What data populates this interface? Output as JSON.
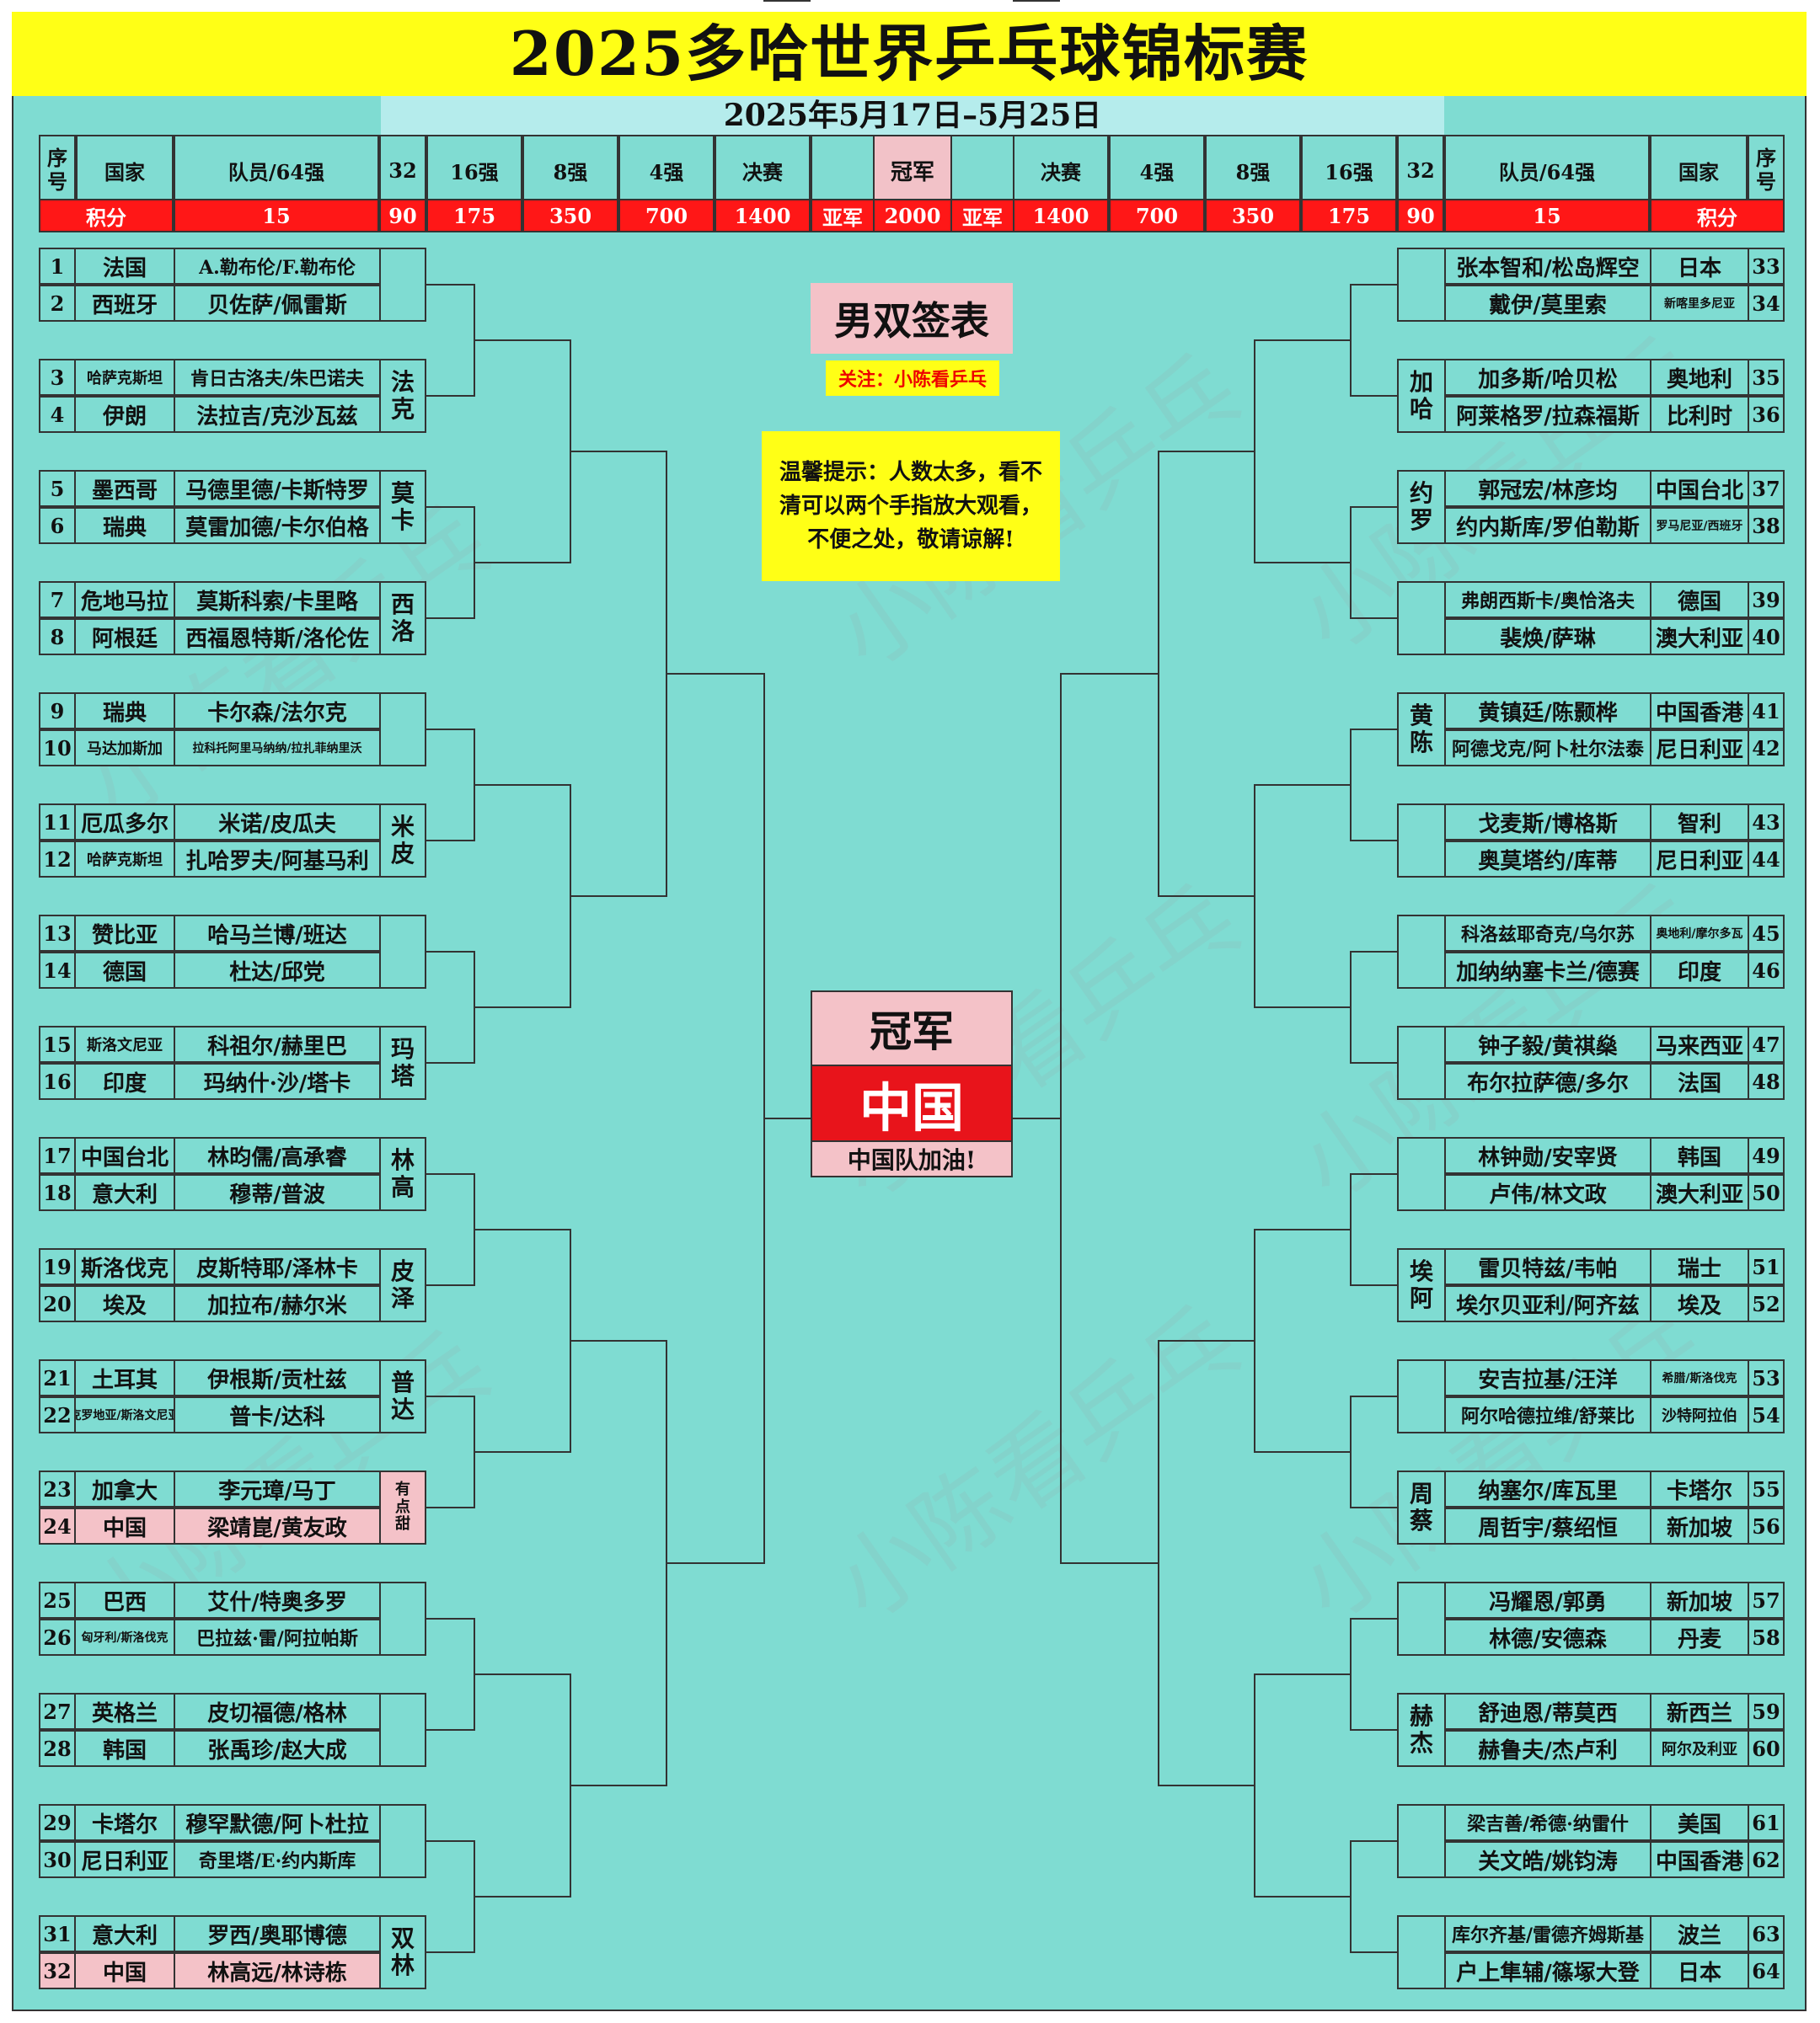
{
  "title": "2025多哈世界乒乓球锦标赛",
  "date_range": "2025年5月17日–5月25日",
  "header": {
    "seq": "序号",
    "country": "国家",
    "players": "队员/64强",
    "r32": "32",
    "r16": "16强",
    "qf": "8强",
    "sf": "4强",
    "final": "决赛",
    "champion": "冠军"
  },
  "points": {
    "label": "积分",
    "r64": "15",
    "r32": "90",
    "r16": "175",
    "qf": "350",
    "sf": "700",
    "final": "1400",
    "runner_up_label": "亚军",
    "champion": "2000"
  },
  "center": {
    "draw_title": "男双签表",
    "follow": "关注：小陈看乒乓",
    "tip": "温馨提示：人数太多，看不清可以两个手指放大观看，不便之处，敬请谅解!",
    "champion_label": "冠军",
    "champion_value": "中国",
    "cheer": "中国队加油!"
  },
  "watermark": "小陈看乒乓",
  "colors": {
    "title_bg": "#ffff16",
    "field_bg": "#7fdcd2",
    "points_bg": "#ff1717",
    "highlight": "#f4c2c8",
    "champion_bg": "#e8141b"
  },
  "left_entries": [
    {
      "n": "1",
      "country": "法国",
      "players": "A.勒布伦/F.勒布伦"
    },
    {
      "n": "2",
      "country": "西班牙",
      "players": "贝佐萨/佩雷斯"
    },
    {
      "n": "3",
      "country": "哈萨克斯坦",
      "players": "肯日古洛夫/朱巴诺夫"
    },
    {
      "n": "4",
      "country": "伊朗",
      "players": "法拉吉/克沙瓦兹"
    },
    {
      "n": "5",
      "country": "墨西哥",
      "players": "马德里德/卡斯特罗"
    },
    {
      "n": "6",
      "country": "瑞典",
      "players": "莫雷加德/卡尔伯格"
    },
    {
      "n": "7",
      "country": "危地马拉",
      "players": "莫斯科索/卡里略"
    },
    {
      "n": "8",
      "country": "阿根廷",
      "players": "西福恩特斯/洛伦佐"
    },
    {
      "n": "9",
      "country": "瑞典",
      "players": "卡尔森/法尔克"
    },
    {
      "n": "10",
      "country": "马达加斯加",
      "players": "拉科托阿里马纳纳/拉扎菲纳里沃"
    },
    {
      "n": "11",
      "country": "厄瓜多尔",
      "players": "米诺/皮瓜夫"
    },
    {
      "n": "12",
      "country": "哈萨克斯坦",
      "players": "扎哈罗夫/阿基马利"
    },
    {
      "n": "13",
      "country": "赞比亚",
      "players": "哈马兰博/班达"
    },
    {
      "n": "14",
      "country": "德国",
      "players": "杜达/邱党"
    },
    {
      "n": "15",
      "country": "斯洛文尼亚",
      "players": "科祖尔/赫里巴"
    },
    {
      "n": "16",
      "country": "印度",
      "players": "玛纳什·沙/塔卡"
    },
    {
      "n": "17",
      "country": "中国台北",
      "players": "林昀儒/高承睿"
    },
    {
      "n": "18",
      "country": "意大利",
      "players": "穆蒂/普波"
    },
    {
      "n": "19",
      "country": "斯洛伐克",
      "players": "皮斯特耶/泽林卡"
    },
    {
      "n": "20",
      "country": "埃及",
      "players": "加拉布/赫尔米"
    },
    {
      "n": "21",
      "country": "土耳其",
      "players": "伊根斯/贡杜兹"
    },
    {
      "n": "22",
      "country": "克罗地亚/斯洛文尼亚",
      "players": "普卡/达科"
    },
    {
      "n": "23",
      "country": "加拿大",
      "players": "李元璋/马丁"
    },
    {
      "n": "24",
      "country": "中国",
      "players": "梁靖崑/黄友政"
    },
    {
      "n": "25",
      "country": "巴西",
      "players": "艾什/特奥多罗"
    },
    {
      "n": "26",
      "country": "匈牙利/斯洛伐克",
      "players": "巴拉兹·雷/阿拉帕斯"
    },
    {
      "n": "27",
      "country": "英格兰",
      "players": "皮切福德/格林"
    },
    {
      "n": "28",
      "country": "韩国",
      "players": "张禹珍/赵大成"
    },
    {
      "n": "29",
      "country": "卡塔尔",
      "players": "穆罕默德/阿卜杜拉"
    },
    {
      "n": "30",
      "country": "尼日利亚",
      "players": "奇里塔/E·约内斯库"
    },
    {
      "n": "31",
      "country": "意大利",
      "players": "罗西/奥耶博德"
    },
    {
      "n": "32",
      "country": "中国",
      "players": "林高远/林诗栋"
    }
  ],
  "left_r32_winners": [
    "",
    "法克",
    "莫卡",
    "西洛",
    "",
    "米皮",
    "",
    "玛塔",
    "林高",
    "皮泽",
    "普达",
    "有点甜",
    "",
    "",
    "",
    "双林"
  ],
  "right_entries": [
    {
      "n": "33",
      "country": "日本",
      "players": "张本智和/松岛辉空"
    },
    {
      "n": "34",
      "country": "新喀里多尼亚",
      "players": "戴伊/莫里索"
    },
    {
      "n": "35",
      "country": "奥地利",
      "players": "加多斯/哈贝松"
    },
    {
      "n": "36",
      "country": "比利时",
      "players": "阿莱格罗/拉森福斯"
    },
    {
      "n": "37",
      "country": "中国台北",
      "players": "郭冠宏/林彦均"
    },
    {
      "n": "38",
      "country": "罗马尼亚/西班牙",
      "players": "约内斯库/罗伯勒斯"
    },
    {
      "n": "39",
      "country": "德国",
      "players": "弗朗西斯卡/奥恰洛夫"
    },
    {
      "n": "40",
      "country": "澳大利亚",
      "players": "裴焕/萨琳"
    },
    {
      "n": "41",
      "country": "中国香港",
      "players": "黄镇廷/陈颢桦"
    },
    {
      "n": "42",
      "country": "尼日利亚",
      "players": "阿德戈克/阿卜杜尔法泰"
    },
    {
      "n": "43",
      "country": "智利",
      "players": "戈麦斯/博格斯"
    },
    {
      "n": "44",
      "country": "尼日利亚",
      "players": "奥莫塔约/库蒂"
    },
    {
      "n": "45",
      "country": "奥地利/摩尔多瓦",
      "players": "科洛兹耶奇克/乌尔苏"
    },
    {
      "n": "46",
      "country": "印度",
      "players": "加纳纳塞卡兰/德赛"
    },
    {
      "n": "47",
      "country": "马来西亚",
      "players": "钟子毅/黄祺燊"
    },
    {
      "n": "48",
      "country": "法国",
      "players": "布尔拉萨德/多尔"
    },
    {
      "n": "49",
      "country": "韩国",
      "players": "林钟勋/安宰贤"
    },
    {
      "n": "50",
      "country": "澳大利亚",
      "players": "卢伟/林文政"
    },
    {
      "n": "51",
      "country": "瑞士",
      "players": "雷贝特兹/韦帕"
    },
    {
      "n": "52",
      "country": "埃及",
      "players": "埃尔贝亚利/阿齐兹"
    },
    {
      "n": "53",
      "country": "希腊/斯洛伐克",
      "players": "安吉拉基/汪洋"
    },
    {
      "n": "54",
      "country": "沙特阿拉伯",
      "players": "阿尔哈德拉维/舒莱比"
    },
    {
      "n": "55",
      "country": "卡塔尔",
      "players": "纳塞尔/库瓦里"
    },
    {
      "n": "56",
      "country": "新加坡",
      "players": "周哲宇/蔡绍恒"
    },
    {
      "n": "57",
      "country": "新加坡",
      "players": "冯耀恩/郭勇"
    },
    {
      "n": "58",
      "country": "丹麦",
      "players": "林德/安德森"
    },
    {
      "n": "59",
      "country": "新西兰",
      "players": "舒迪恩/蒂莫西"
    },
    {
      "n": "60",
      "country": "阿尔及利亚",
      "players": "赫鲁夫/杰卢利"
    },
    {
      "n": "61",
      "country": "美国",
      "players": "梁吉善/希德·纳雷什"
    },
    {
      "n": "62",
      "country": "中国香港",
      "players": "关文皓/姚钧涛"
    },
    {
      "n": "63",
      "country": "波兰",
      "players": "库尔齐基/雷德齐姆斯基"
    },
    {
      "n": "64",
      "country": "日本",
      "players": "户上隼辅/篠塚大登"
    }
  ],
  "right_r32_winners": [
    "",
    "加哈",
    "约罗",
    "",
    "黄陈",
    "",
    "",
    "",
    "",
    "埃阿",
    "",
    "周蔡",
    "",
    "赫杰",
    "",
    ""
  ]
}
